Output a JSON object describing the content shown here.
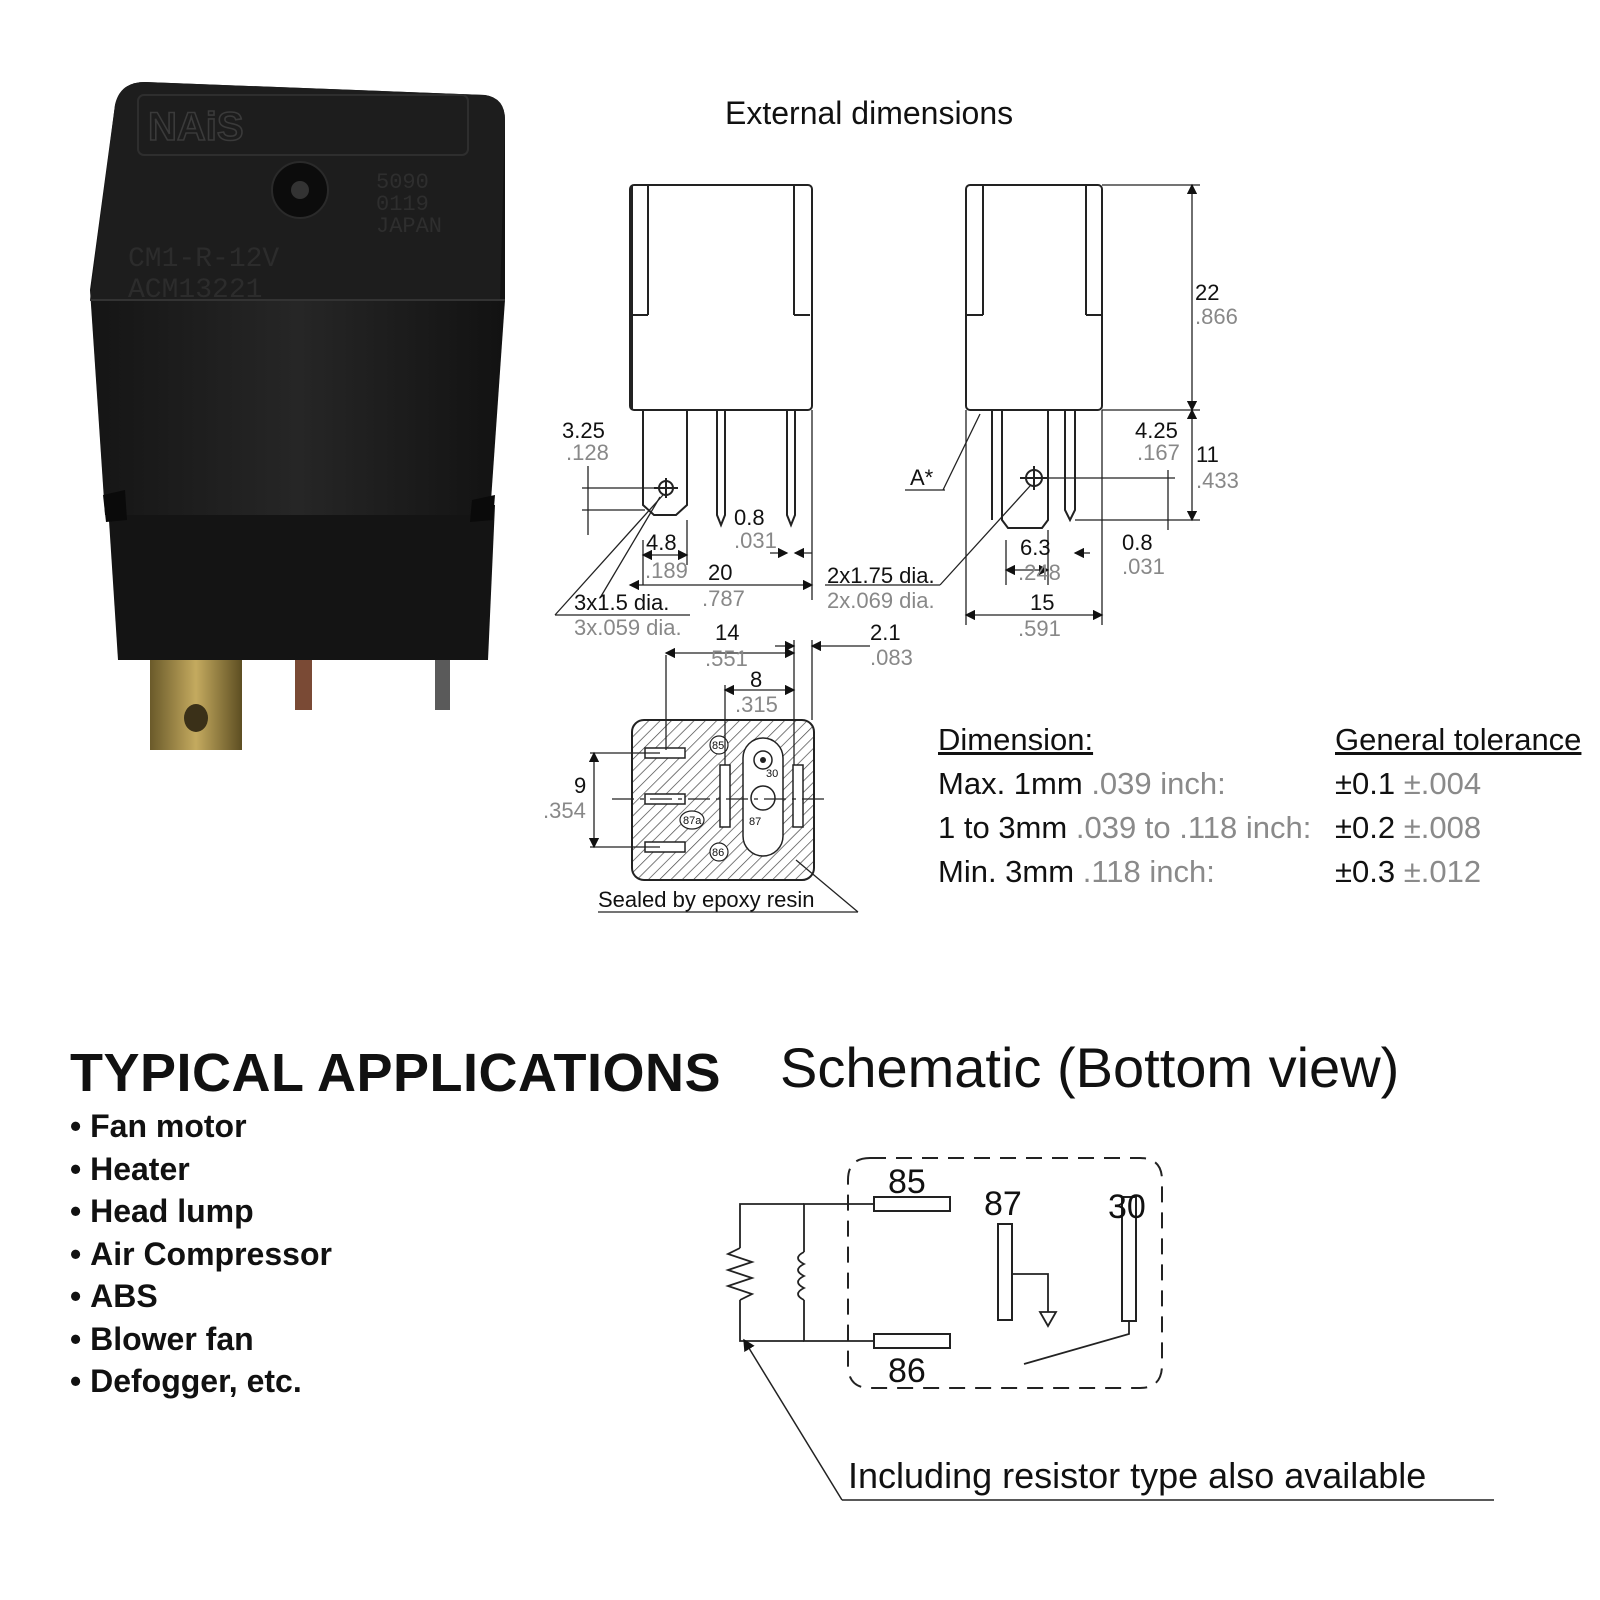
{
  "photo": {
    "brand": "NAiS",
    "code_line1": "5090",
    "code_line2": "0119",
    "origin": "JAPAN",
    "model": "CM1-R-12V",
    "part": "ACM13221"
  },
  "dimensions": {
    "title": "External dimensions",
    "labels": {
      "d22": "22",
      "d22_in": ".866",
      "d325": "3.25",
      "d325_in": ".128",
      "d425": "4.25",
      "d425_in": ".167",
      "d11": "11",
      "d11_in": ".433",
      "d08a": "0.8",
      "d08a_in": ".031",
      "d48": "4.8",
      "d48_in": ".189",
      "d20": "20",
      "d20_in": ".787",
      "d63": "6.3",
      "d63_in": ".248",
      "d08b": "0.8",
      "d08b_in": ".031",
      "d15": "15",
      "d15_in": ".591",
      "d14": "14",
      "d14_in": ".551",
      "d21": "2.1",
      "d21_in": ".083",
      "d8": "8",
      "d8_in": ".315",
      "d9": "9",
      "d9_in": ".354",
      "hole3": "3x1.5 dia.",
      "hole3_in": "3x.059 dia.",
      "hole2": "2x1.75 dia.",
      "hole2_in": "2x.069 dia.",
      "astar": "A*",
      "pin85": "85",
      "pin86": "86",
      "pin87a": "87a",
      "pin87": "87",
      "pin30": "30",
      "sealed": "Sealed by epoxy resin"
    }
  },
  "tolerance": {
    "col1_header": "Dimension:",
    "col2_header": "General tolerance",
    "rows": [
      {
        "mm": "Max. 1mm",
        "inch": ".039 inch:",
        "tol": "±0.1",
        "tol_in": "±.004"
      },
      {
        "mm": "1 to 3mm",
        "inch": ".039 to .118 inch:",
        "tol": "±0.2",
        "tol_in": "±.008"
      },
      {
        "mm": "Min. 3mm",
        "inch": ".118 inch:",
        "tol": "±0.3",
        "tol_in": "±.012"
      }
    ]
  },
  "applications": {
    "title": "TYPICAL APPLICATIONS",
    "items": [
      "Fan motor",
      "Heater",
      "Head lump",
      "Air Compressor",
      "ABS",
      "Blower fan",
      "Defogger, etc."
    ]
  },
  "schematic": {
    "title": "Schematic (Bottom view)",
    "pins": {
      "p85": "85",
      "p86": "86",
      "p87": "87",
      "p30": "30"
    },
    "note": "Including resistor type also available"
  }
}
